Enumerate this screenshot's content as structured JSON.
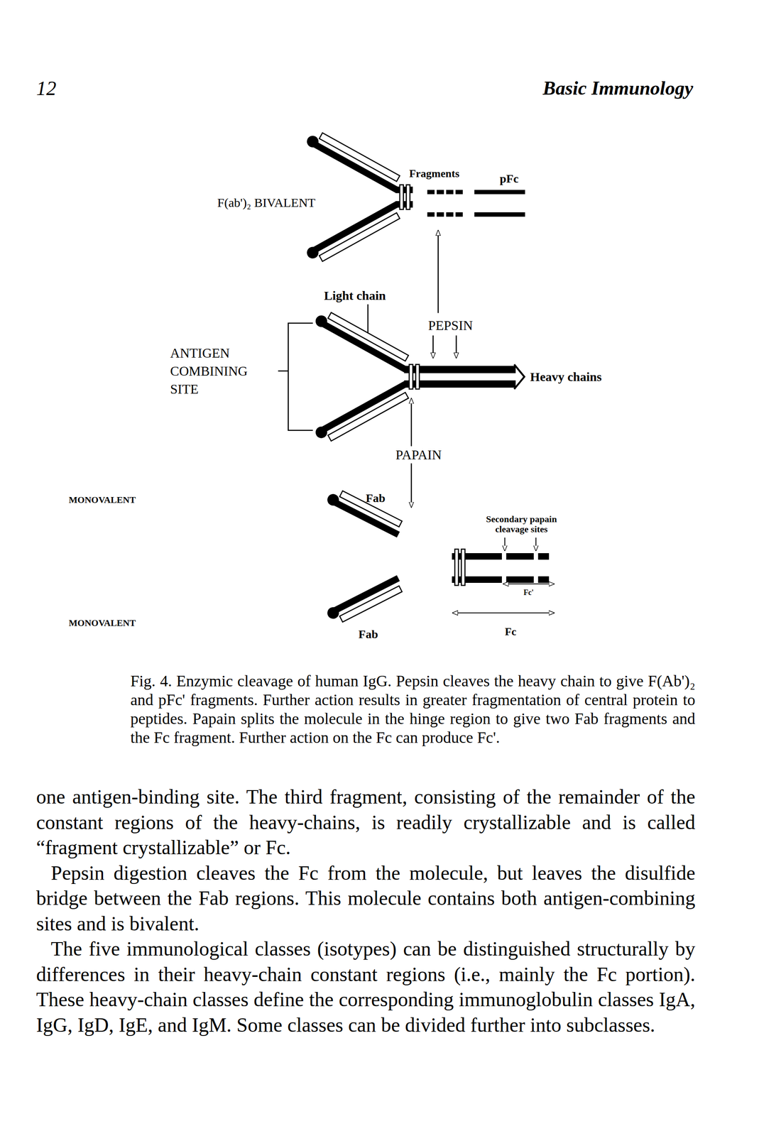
{
  "diagram": {
    "caption": "Fig. 4. Enzymic cleavage of human IgG. Pepsin cleaves the heavy chain to give F(Ab')₂ and pFc' fragments. Further action results in greater fragmentation of central protein to peptides. Papain splits the molecule in the hinge region to give two Fab fragments and the Fc fragment. Further action on the Fc can produce Fc'.",
    "labels": [
      "12",
      "Basic Immunology",
      "F(ab')₂ BIVALENT",
      "Fragments",
      "pFc",
      "Light chain",
      "PEPSIN",
      "ANTIGEN COMBINING SITE",
      "Heavy chains",
      "PAPAIN",
      "MONOVALENT",
      "Fab",
      "Secondary papain cleavage sites",
      "Fc'",
      "MONOVALENT",
      "Fab",
      "Fc",
      "one antigen-binding site. The third fragment, consisting of the remainder of the constant regions of the heavy-chains, is readily crystallizable and is called “fragment crystallizable” or Fc.",
      "Pepsin digestion cleaves the Fc from the molecule, but leaves the disulfide bridge between the Fab regions. This molecule contains both antigen-combining sites and is bivalent.",
      "The five immunological classes (isotypes) can be distinguished structurally by differences in their heavy-chain constant regions (i.e., mainly the Fc portion). These heavy-chain classes define the corresponding immunoglobulin classes IgA, IgG, IgD, IgE, and IgM. Some classes can be divided further into subclasses."
    ]
  }
}
